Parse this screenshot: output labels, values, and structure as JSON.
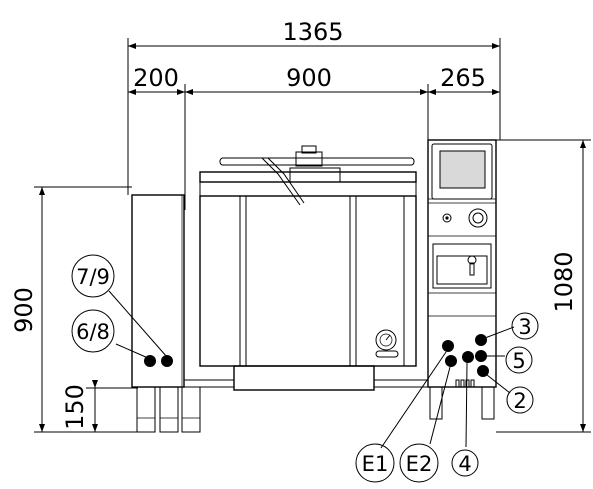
{
  "dimensions": {
    "total_width": "1365",
    "left_width": "200",
    "center_width": "900",
    "right_width": "265",
    "left_height": "900",
    "leg_height": "150",
    "right_height": "1080"
  },
  "callouts": {
    "c79": "7/9",
    "c68": "6/8",
    "c3": "3",
    "c5": "5",
    "c2": "2",
    "cE1": "E1",
    "cE2": "E2",
    "c4": "4"
  },
  "colors": {
    "line": "#000000",
    "screen": "#d9d9d9",
    "background": "#ffffff"
  }
}
